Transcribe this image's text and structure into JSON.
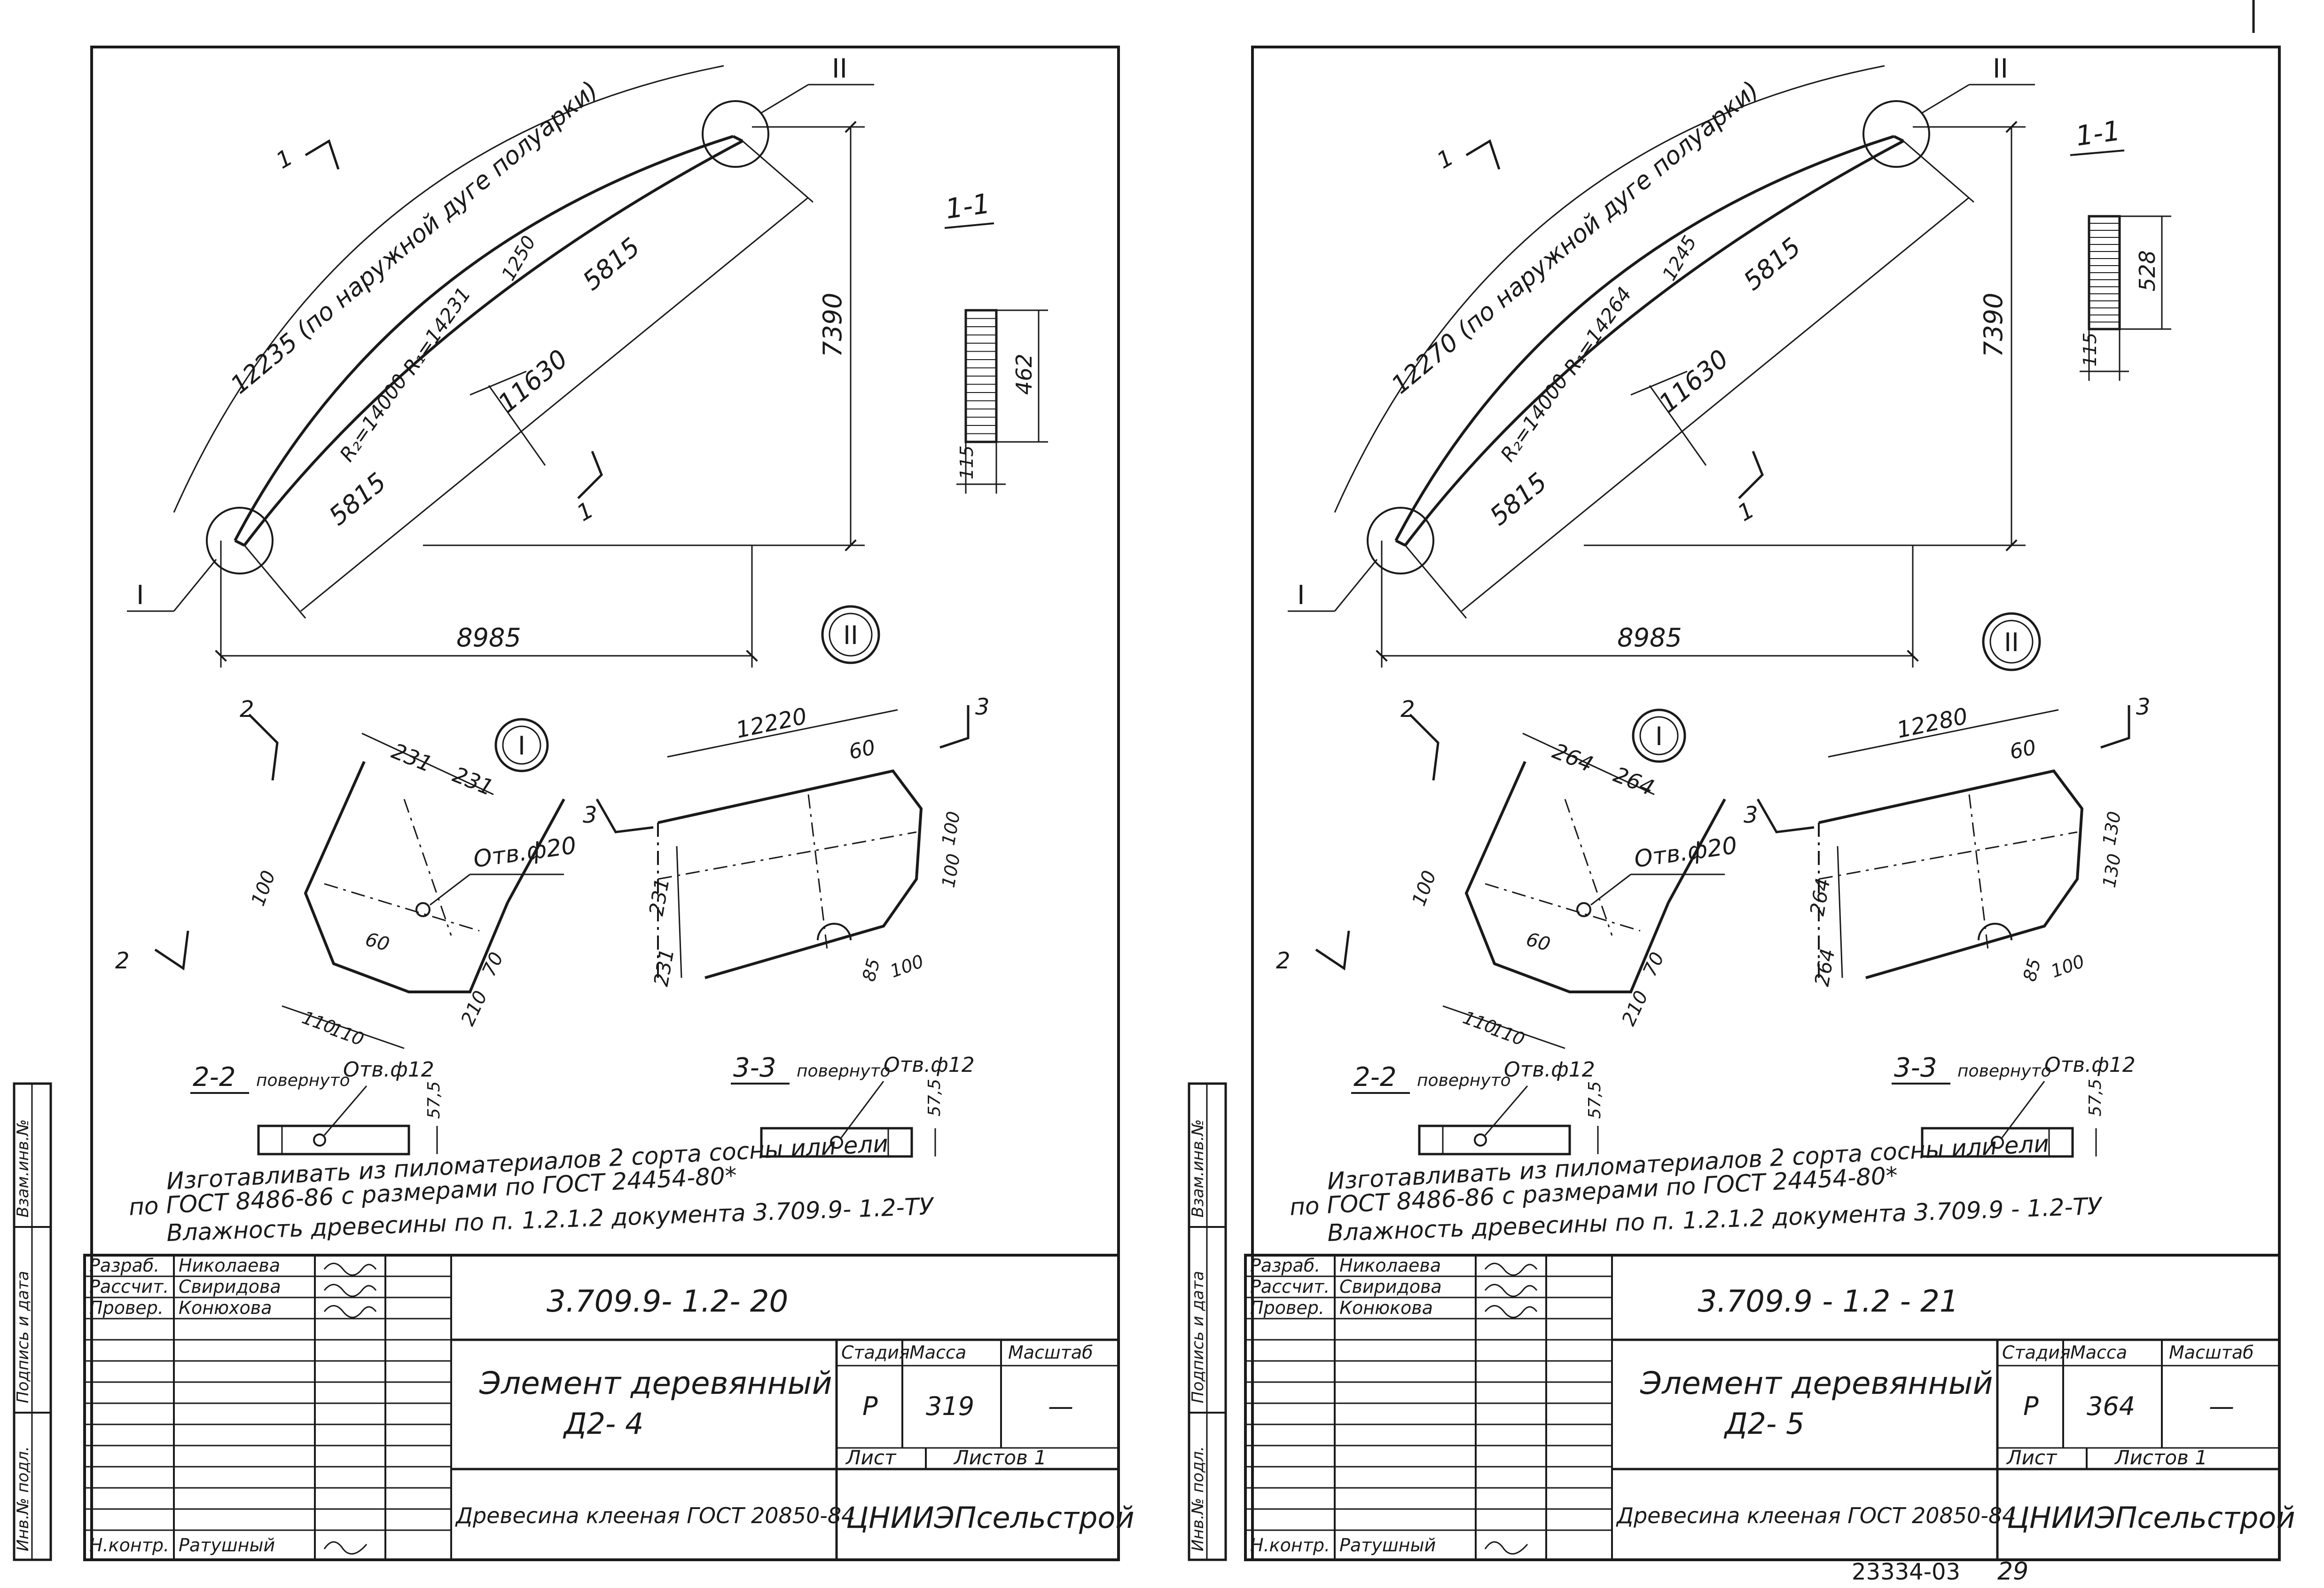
{
  "side_stamp": [
    "Инв.№ подл.",
    "Подпись и дата",
    "Взам.инв.№"
  ],
  "sheets": [
    {
      "title_block": {
        "code": "3.709.9- 1.2- 20",
        "name_line1": "Элемент деревянный",
        "name_line2": "Д2- 4",
        "material": "Древесина клееная ГОСТ 20850-84",
        "org": "ЦНИИЭПсельстрой",
        "stage_label": "Стадия",
        "mass_label": "Масса",
        "scale_label": "Масштаб",
        "stage": "Р",
        "mass": "319",
        "scale": "—",
        "sheet_label": "Лист",
        "sheets_label": "Листов 1",
        "roles": [
          "Разраб.",
          "Рассчит.",
          "Провер."
        ],
        "people": [
          "Николаева",
          "Свиридова",
          "Конюхова"
        ],
        "kontr_role": "Н.контр.",
        "kontr_name": "Ратушный"
      },
      "notes": [
        "Изготавливать из пиломатериалов 2 сорта сосны или ели",
        "по ГОСТ 8486-86 с размерами по ГОСТ 24454-80*",
        "Влажность древесины по п. 1.2.1.2 документа 3.709.9- 1.2-ТУ"
      ],
      "arc_label": "12235 (по наружной дуге полуарки)",
      "dims": {
        "horizontal": "8985",
        "vertical": "7390",
        "chord": "11630",
        "half_upper": "5815",
        "half_lower": "5815",
        "r1": "R₁=14231",
        "r2": "R₂=14000",
        "depth": "1250"
      },
      "section_1_1": {
        "title": "1-1",
        "height": "462",
        "width": "115"
      },
      "section_1_mark": "1",
      "node_I": {
        "label": "I",
        "mark": "2",
        "d_left": "231",
        "d_right": "231",
        "hole": "Отв.ф20",
        "d100": "100",
        "d60": "60",
        "d70": "70",
        "d210": "210",
        "d110a": "110",
        "d110b": "110"
      },
      "node_II": {
        "label": "II",
        "mark": "3",
        "length": "12220",
        "d60": "60",
        "d231a": "231",
        "d231b": "231",
        "d100a": "100",
        "d100b": "100",
        "d85": "85",
        "d100c": "100"
      },
      "sec_2_2": {
        "title": "2-2",
        "sub": "повернуто",
        "hole": "Отв.ф12",
        "dim": "57,5"
      },
      "sec_3_3": {
        "title": "3-3",
        "sub": "повернуто",
        "hole": "Отв.ф12",
        "dim": "57,5"
      }
    },
    {
      "title_block": {
        "code": "3.709.9 - 1.2 - 21",
        "name_line1": "Элемент деревянный",
        "name_line2": "Д2- 5",
        "material": "Древесина клееная ГОСТ 20850-84",
        "org": "ЦНИИЭПсельстрой",
        "stage_label": "Стадия",
        "mass_label": "Масса",
        "scale_label": "Масштаб",
        "stage": "Р",
        "mass": "364",
        "scale": "—",
        "sheet_label": "Лист",
        "sheets_label": "Листов 1",
        "roles": [
          "Разраб.",
          "Рассчит.",
          "Провер."
        ],
        "people": [
          "Николаева",
          "Свиридова",
          "Конюкова"
        ],
        "kontr_role": "Н.контр.",
        "kontr_name": "Ратушный"
      },
      "notes": [
        "Изготавливать из пиломатериалов 2 сорта сосны или ели",
        "по ГОСТ 8486-86 с размерами по ГОСТ 24454-80*",
        "Влажность древесины по п. 1.2.1.2 документа 3.709.9 - 1.2-ТУ"
      ],
      "arc_label": "12270 (по наружной дуге полуарки)",
      "dims": {
        "horizontal": "8985",
        "vertical": "7390",
        "chord": "11630",
        "half_upper": "5815",
        "half_lower": "5815",
        "r1": "R₁=14264",
        "r2": "R₂=14000",
        "depth": "1245"
      },
      "section_1_1": {
        "title": "1-1",
        "height": "528",
        "width": "115"
      },
      "section_1_mark": "1",
      "node_I": {
        "label": "I",
        "mark": "2",
        "d_left": "264",
        "d_right": "264",
        "hole": "Отв.ф20",
        "d100": "100",
        "d60": "60",
        "d70": "70",
        "d210": "210",
        "d110a": "110",
        "d110b": "110"
      },
      "node_II": {
        "label": "II",
        "mark": "3",
        "length": "12280",
        "d60": "60",
        "d231a": "264",
        "d231b": "264",
        "d100a": "130",
        "d100b": "130",
        "d85": "85",
        "d100c": "100"
      },
      "sec_2_2": {
        "title": "2-2",
        "sub": "повернуто",
        "hole": "Отв.ф12",
        "dim": "57,5"
      },
      "sec_3_3": {
        "title": "3-3",
        "sub": "повернуто",
        "hole": "Отв.ф12",
        "dim": "57,5"
      }
    }
  ],
  "footer": {
    "archive_no": "23334-03",
    "page": "29"
  }
}
